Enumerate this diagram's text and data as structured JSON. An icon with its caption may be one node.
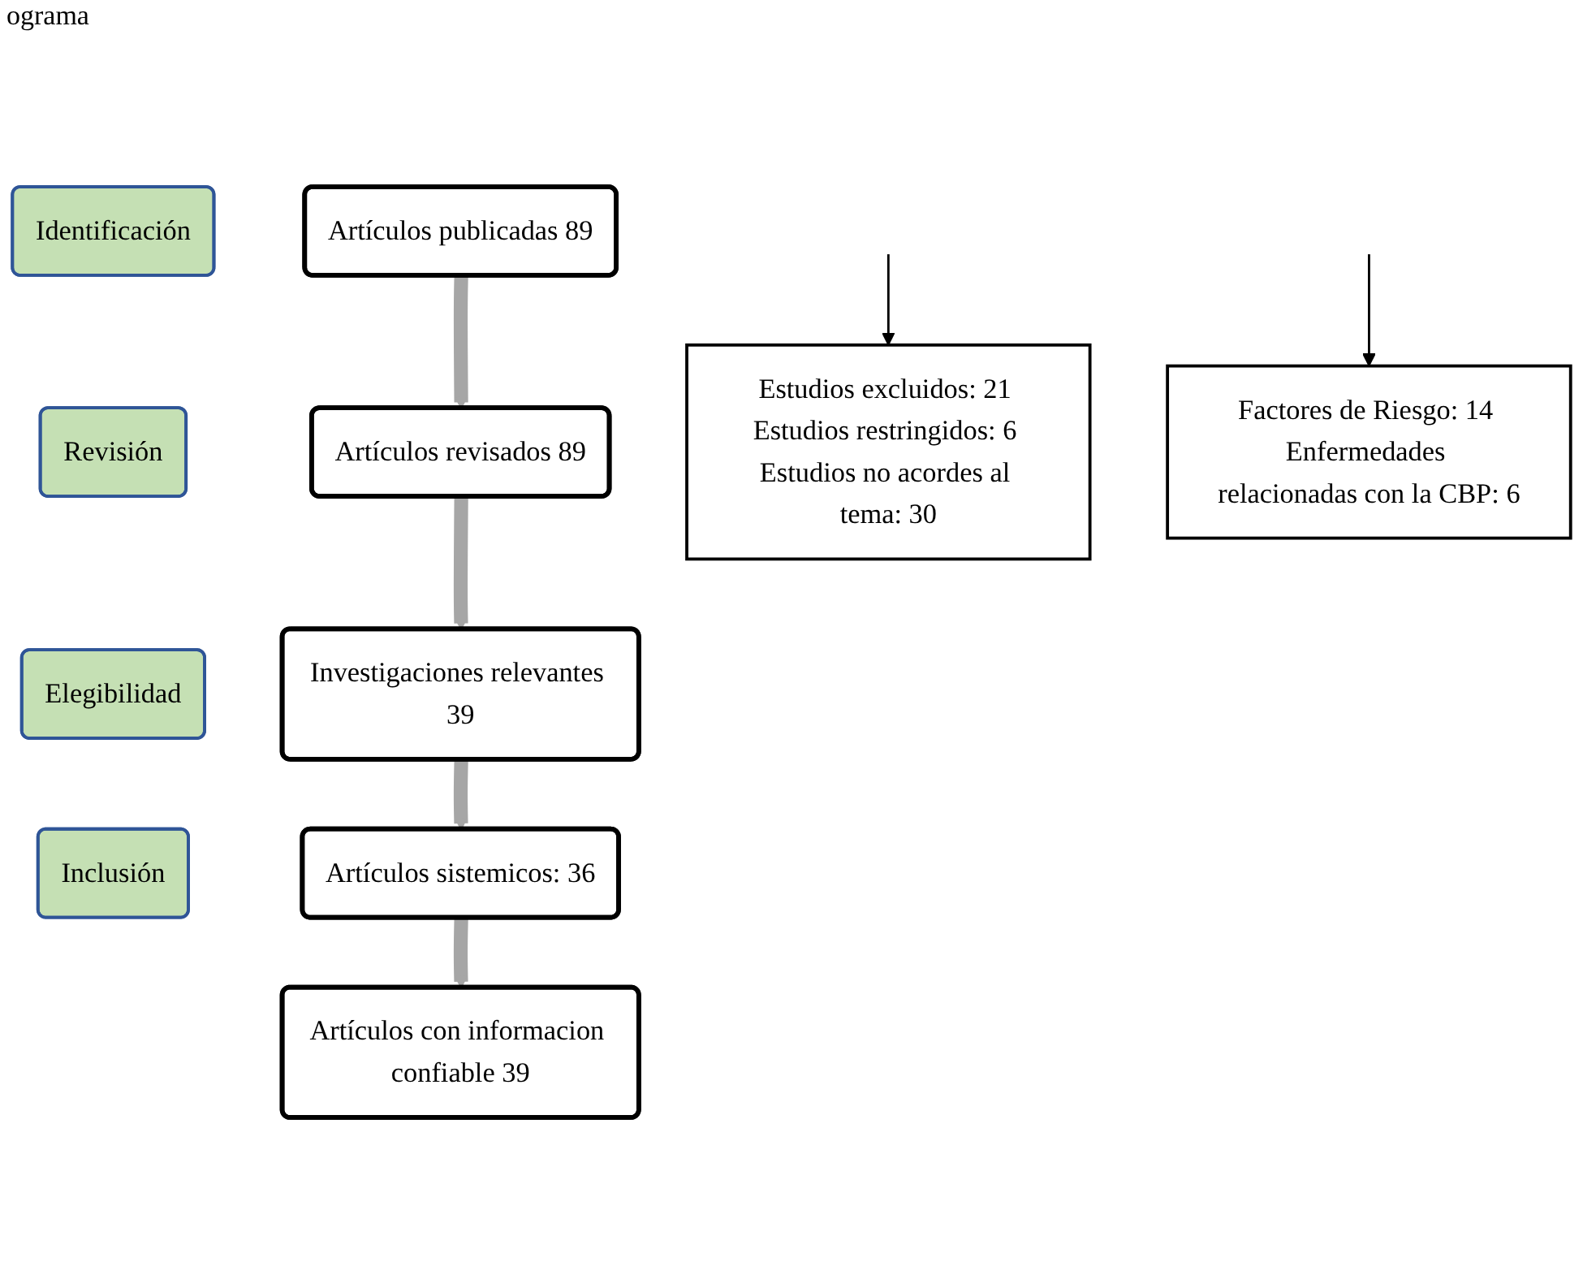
{
  "diagram": {
    "title": "ograma",
    "nodes": [
      {
        "text": [
          "Identificación"
        ]
      },
      {
        "text": [
          "Revisión"
        ]
      },
      {
        "text": [
          "Elegibilidad"
        ]
      },
      {
        "text": [
          "Inclusión"
        ]
      },
      {
        "text": [
          "Artículos publicadas 89"
        ]
      },
      {
        "text": [
          "Artículos revisados 89"
        ]
      },
      {
        "text": [
          "Investigaciones relevantes 39"
        ]
      },
      {
        "text": [
          "Artículos sistemicos: 36"
        ]
      },
      {
        "text": [
          "Artículos con informacion confiable 39"
        ]
      },
      {
        "text": [
          "Estudios excluidos: 21 Estudios restringidos: 6 Estudios no acordes al tema: 30"
        ]
      },
      {
        "text": [
          "Factores de Riesgo: 14 Enfermedades relacionadas con la CBP: 6"
        ]
      }
    ],
    "edges": [
      {
        "from": 4,
        "to": 5,
        "arrow": "to"
      },
      {
        "from": 5,
        "to": 6,
        "arrow": "to"
      },
      {
        "from": 6,
        "to": 7,
        "arrow": "to"
      },
      {
        "from": 7,
        "to": 8,
        "arrow": "to"
      },
      {
        "from": null,
        "to": 9,
        "arrow": "to",
        "color": "#000000"
      },
      {
        "from": null,
        "to": 10,
        "arrow": "to",
        "color": "#000000"
      }
    ]
  }
}
